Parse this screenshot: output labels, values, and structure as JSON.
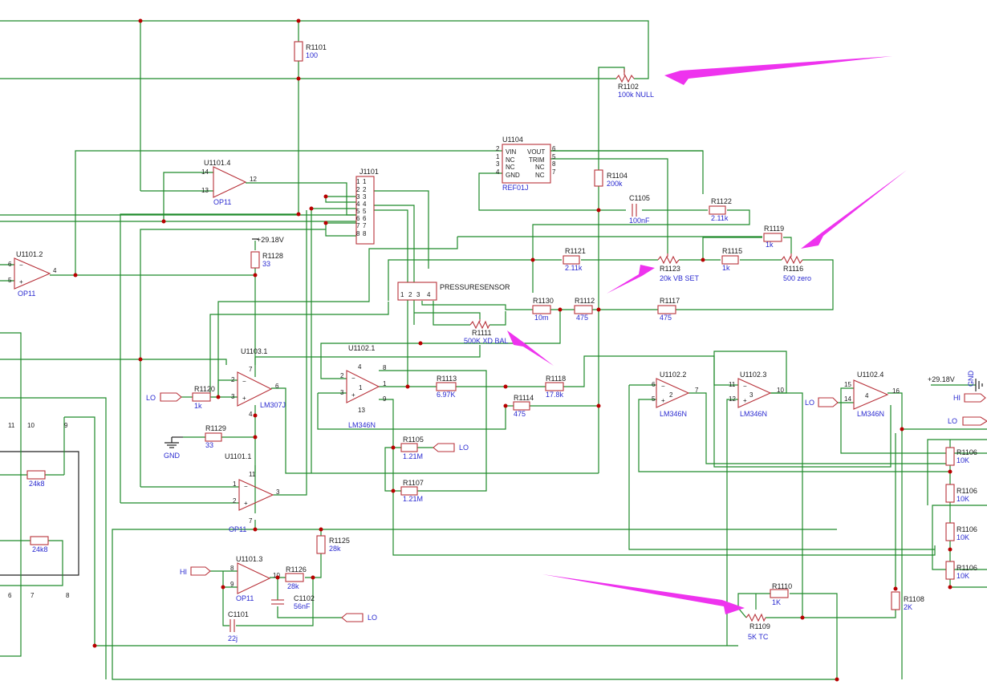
{
  "components": {
    "r1101": {
      "ref": "R1101",
      "value": "100"
    },
    "r1102": {
      "ref": "R1102",
      "value": "100k NULL"
    },
    "r1104": {
      "ref": "R1104",
      "value": "200k"
    },
    "c1105": {
      "ref": "C1105",
      "value": "100nF"
    },
    "r1122": {
      "ref": "R1122",
      "value": "2.11k"
    },
    "r1119": {
      "ref": "R1119",
      "value": "1k"
    },
    "r1121": {
      "ref": "R1121",
      "value": "2.11k"
    },
    "r1123": {
      "ref": "R1123",
      "value": "20k VB SET"
    },
    "r1115": {
      "ref": "R1115",
      "value": "1k"
    },
    "r1116": {
      "ref": "R1116",
      "value": "500 zero"
    },
    "r1128": {
      "ref": "R1128",
      "value": "33"
    },
    "r1130": {
      "ref": "R1130",
      "value": "10m"
    },
    "r1112": {
      "ref": "R1112",
      "value": "475"
    },
    "r1117": {
      "ref": "R1117",
      "value": "475"
    },
    "r1111": {
      "ref": "R1111",
      "value": "500K XD BAL"
    },
    "r1113": {
      "ref": "R1113",
      "value": "6.97K"
    },
    "r1118": {
      "ref": "R1118",
      "value": "17.8k"
    },
    "r1114": {
      "ref": "R1114",
      "value": "475"
    },
    "r1120": {
      "ref": "R1120",
      "value": "1k"
    },
    "r1129": {
      "ref": "R1129",
      "value": "33"
    },
    "r1105": {
      "ref": "R1105",
      "value": "1.21M"
    },
    "r1107": {
      "ref": "R1107",
      "value": "1.21M"
    },
    "r1125": {
      "ref": "R1125",
      "value": "28k"
    },
    "r1126": {
      "ref": "R1126",
      "value": "28k"
    },
    "c1102": {
      "ref": "C1102",
      "value": "56nF"
    },
    "c1101": {
      "ref": "C1101",
      "value": "22j"
    },
    "r1110": {
      "ref": "R1110",
      "value": "1K"
    },
    "r1109": {
      "ref": "R1109",
      "value": "5K TC"
    },
    "r1108": {
      "ref": "R1108",
      "value": "2K"
    },
    "r1106": {
      "ref": "R1106",
      "value": "10K"
    },
    "r24k8": {
      "ref": "",
      "value": "24k8"
    },
    "u1101_4": {
      "ref": "U1101.4",
      "value": "OP11"
    },
    "u1101_2": {
      "ref": "U1101.2",
      "value": "OP11"
    },
    "u1101_1": {
      "ref": "U1101.1",
      "value": "OP11"
    },
    "u1101_3": {
      "ref": "U1101.3",
      "value": "OP11"
    },
    "u1103_1": {
      "ref": "U1103.1",
      "value": "LM307J"
    },
    "u1102_1": {
      "ref": "U1102.1",
      "value": "LM346N"
    },
    "u1102_2": {
      "ref": "U1102.2",
      "value": "LM346N"
    },
    "u1102_3": {
      "ref": "U1102.3",
      "value": "LM346N"
    },
    "u1102_4": {
      "ref": "U1102.4",
      "value": "LM346N"
    },
    "u1104": {
      "ref": "U1104",
      "value": "REF01J",
      "pins_left": [
        "VIN",
        "NC",
        "NC",
        "GND"
      ],
      "pins_right": [
        "VOUT",
        "TRIM",
        "NC",
        "NC"
      ]
    },
    "j1101": {
      "ref": "J1101"
    },
    "pressure": {
      "ref": "PRESSURESENSOR"
    }
  },
  "nets": {
    "lo": "LO",
    "hi": "HI",
    "gnd": "GND",
    "vplus": "+29.18V"
  }
}
